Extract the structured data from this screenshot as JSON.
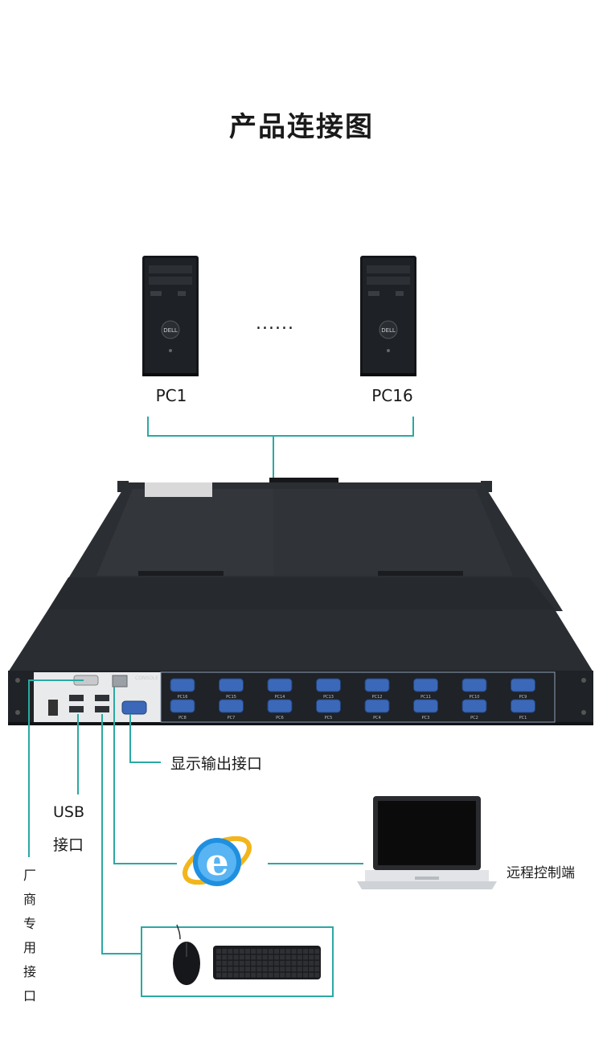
{
  "title": "产品连接图",
  "pcs": {
    "first_label": "PC1",
    "ellipsis": "......",
    "last_label": "PC16"
  },
  "labels": {
    "display_output": "显示输出接口",
    "usb_line1": "USB",
    "usb_line2": "接口",
    "remote_control": "远程控制端",
    "vendor_port": [
      "厂",
      "商",
      "专",
      "用",
      "接",
      "口"
    ]
  },
  "device": {
    "console_label": "CONSOLE",
    "port_labels_top": [
      "PC16",
      "PC15",
      "PC14",
      "PC13",
      "PC12",
      "PC11",
      "PC10",
      "PC9"
    ],
    "port_labels_bottom": [
      "PC8",
      "PC7",
      "PC6",
      "PC5",
      "PC4",
      "PC3",
      "PC2",
      "PC1"
    ]
  },
  "colors": {
    "connector_line": "#2aa9a3",
    "device_body": "#1f2226",
    "port_blue": "#3b68b8"
  },
  "icons": [
    "tower-pc-icon",
    "ie-browser-icon",
    "laptop-icon",
    "mouse-icon",
    "keyboard-icon"
  ]
}
